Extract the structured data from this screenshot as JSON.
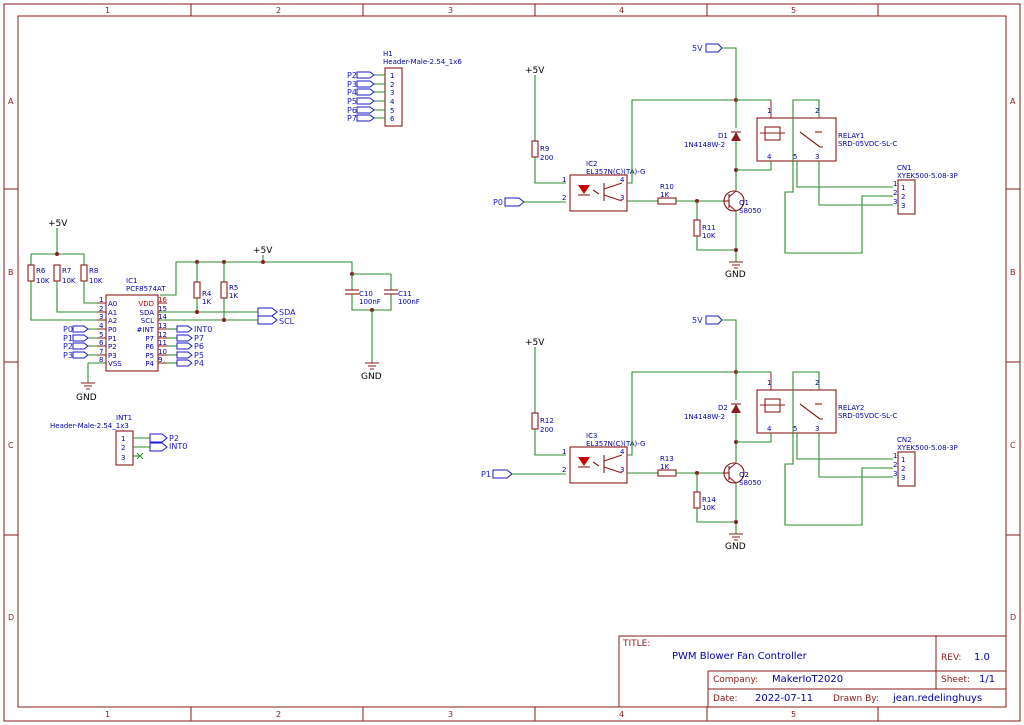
{
  "border": {
    "columns": [
      "1",
      "2",
      "3",
      "4",
      "5"
    ],
    "rows": [
      "A",
      "B",
      "C",
      "D"
    ]
  },
  "title_block": {
    "title_label": "TITLE:",
    "title": "PWM Blower Fan Controller",
    "rev_label": "REV:",
    "rev": "1.0",
    "company_label": "Company:",
    "company": "MakerIoT2020",
    "sheet_label": "Sheet:",
    "sheet": "1/1",
    "date_label": "Date:",
    "date": "2022-07-11",
    "drawn_label": "Drawn By:",
    "drawn": "jean.redelinghuys"
  },
  "components": {
    "h1": {
      "ref": "H1",
      "value": "Header-Male-2.54_1x6",
      "pins": [
        "1",
        "2",
        "3",
        "4",
        "5",
        "6"
      ],
      "nets": [
        "P2",
        "P3",
        "P4",
        "P5",
        "P6",
        "P7"
      ]
    },
    "int1": {
      "ref": "INT1",
      "value": "Header-Male-2.54_1x3",
      "pins": [
        "1",
        "2",
        "3"
      ],
      "nets": [
        "P2",
        "INT0"
      ]
    },
    "ic1": {
      "ref": "IC1",
      "value": "PCF8574AT",
      "left_pins": [
        {
          "name": "A0",
          "num": "1"
        },
        {
          "name": "A1",
          "num": "2"
        },
        {
          "name": "A2",
          "num": "3"
        },
        {
          "name": "P0",
          "num": "4"
        },
        {
          "name": "P1",
          "num": "5"
        },
        {
          "name": "P2",
          "num": "6"
        },
        {
          "name": "P3",
          "num": "7"
        },
        {
          "name": "VSS",
          "num": "8"
        }
      ],
      "right_pins": [
        {
          "name": "VDD",
          "num": "16"
        },
        {
          "name": "SDA",
          "num": "15"
        },
        {
          "name": "SCL",
          "num": "14"
        },
        {
          "name": "#INT",
          "num": "13"
        },
        {
          "name": "P7",
          "num": "12"
        },
        {
          "name": "P6",
          "num": "11"
        },
        {
          "name": "P5",
          "num": "10"
        },
        {
          "name": "P4",
          "num": "9"
        }
      ],
      "left_nets": [
        "P0",
        "P1",
        "P2",
        "P3"
      ],
      "right_nets": [
        "INT0",
        "P7",
        "P6",
        "P5",
        "P4"
      ]
    },
    "r6": {
      "ref": "R6",
      "value": "10K"
    },
    "r7": {
      "ref": "R7",
      "value": "10K"
    },
    "r8": {
      "ref": "R8",
      "value": "10K"
    },
    "r4": {
      "ref": "R4",
      "value": "1K"
    },
    "r5": {
      "ref": "R5",
      "value": "1K"
    },
    "c10": {
      "ref": "C10",
      "value": "100nF"
    },
    "c11": {
      "ref": "C11",
      "value": "100nF"
    },
    "i2c": {
      "sda": "SDA",
      "scl": "SCL"
    },
    "ch1": {
      "r_pullup": {
        "ref": "R9",
        "value": "200"
      },
      "ic": {
        "ref": "IC2",
        "value": "EL357N(C)(TA)-G"
      },
      "r_base": {
        "ref": "R10",
        "value": "1K"
      },
      "r_pd": {
        "ref": "R11",
        "value": "10K"
      },
      "q": {
        "ref": "Q1",
        "value": "S8050"
      },
      "d": {
        "ref": "D1",
        "value": "1N4148W-2"
      },
      "relay": {
        "ref": "RELAY1",
        "value": "SRD-05VDC-SL-C"
      },
      "cn": {
        "ref": "CN1",
        "value": "XYEK500-5.08-3P"
      },
      "input": "P0"
    },
    "ch2": {
      "r_pullup": {
        "ref": "R12",
        "value": "200"
      },
      "ic": {
        "ref": "IC3",
        "value": "EL357N(C)(TA)-G"
      },
      "r_base": {
        "ref": "R13",
        "value": "1K"
      },
      "r_pd": {
        "ref": "R14",
        "value": "10K"
      },
      "q": {
        "ref": "Q2",
        "value": "S8050"
      },
      "d": {
        "ref": "D2",
        "value": "1N4148W-2"
      },
      "relay": {
        "ref": "RELAY2",
        "value": "SRD-05VDC-SL-C"
      },
      "cn": {
        "ref": "CN2",
        "value": "XYEK500-5.08-3P"
      },
      "input": "P1"
    }
  },
  "power": {
    "plus5v": "+5V",
    "v5": "5V",
    "gnd": "GND"
  },
  "pin_labels": {
    "ic_pins": [
      "1",
      "2",
      "3",
      "4"
    ],
    "relay_pins": [
      "1",
      "2",
      "3",
      "4",
      "5"
    ],
    "cn_pins": [
      "1",
      "2",
      "3"
    ]
  }
}
